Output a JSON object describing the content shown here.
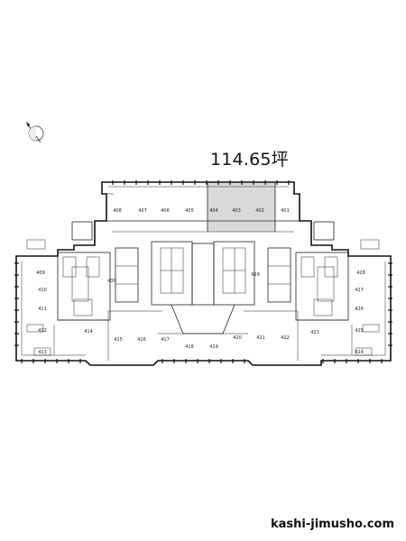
{
  "area_label": "114.65坪",
  "watermark": "kashi-jimusho.com",
  "north_icon": "north-arrow-icon",
  "highlight_color": "#d9d9d9",
  "rooms": {
    "r401": "401",
    "r402": "402",
    "r403": "403",
    "r404": "404",
    "r405": "405",
    "r406": "406",
    "r407": "407",
    "r408": "408",
    "r409": "409",
    "r410": "410",
    "r411": "411",
    "r412": "412",
    "r413": "413",
    "r414": "414",
    "r415": "415",
    "r416": "416",
    "r417": "417",
    "r418": "418",
    "r419": "419",
    "r420": "420",
    "r421": "421",
    "r422": "422",
    "r423": "423",
    "r424": "424",
    "r425": "425",
    "r426": "426",
    "r427": "427",
    "r428": "428",
    "r429": "429",
    "r430": "430"
  }
}
